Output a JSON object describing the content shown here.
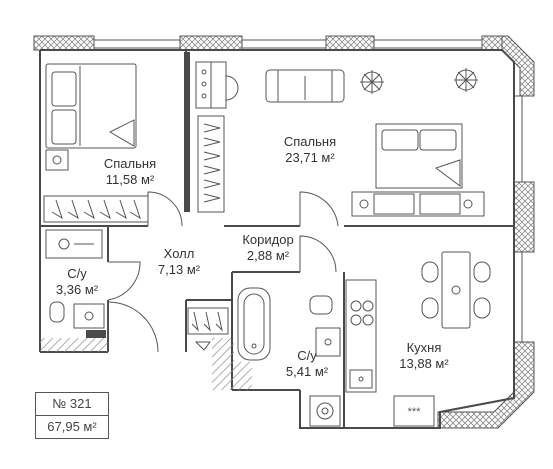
{
  "apartment": {
    "number": "№ 321",
    "total_area": "67,95 м²"
  },
  "rooms": [
    {
      "id": "bedroom-small",
      "name": "Спальня",
      "area": "11,58 м²"
    },
    {
      "id": "bedroom-large",
      "name": "Спальня",
      "area": "23,71 м²"
    },
    {
      "id": "hall",
      "name": "Холл",
      "area": "7,13 м²"
    },
    {
      "id": "corridor",
      "name": "Коридор",
      "area": "2,88 м²"
    },
    {
      "id": "bathroom-small",
      "name": "С/у",
      "area": "3,36 м²"
    },
    {
      "id": "bathroom-large",
      "name": "С/у",
      "area": "5,41 м²"
    },
    {
      "id": "kitchen",
      "name": "Кухня",
      "area": "13,88 м²"
    }
  ],
  "ventilation_mark": "***",
  "colors": {
    "wall": "#4a4a4a",
    "line": "#555555",
    "hatch": "#8a8a8a",
    "text": "#333333"
  }
}
